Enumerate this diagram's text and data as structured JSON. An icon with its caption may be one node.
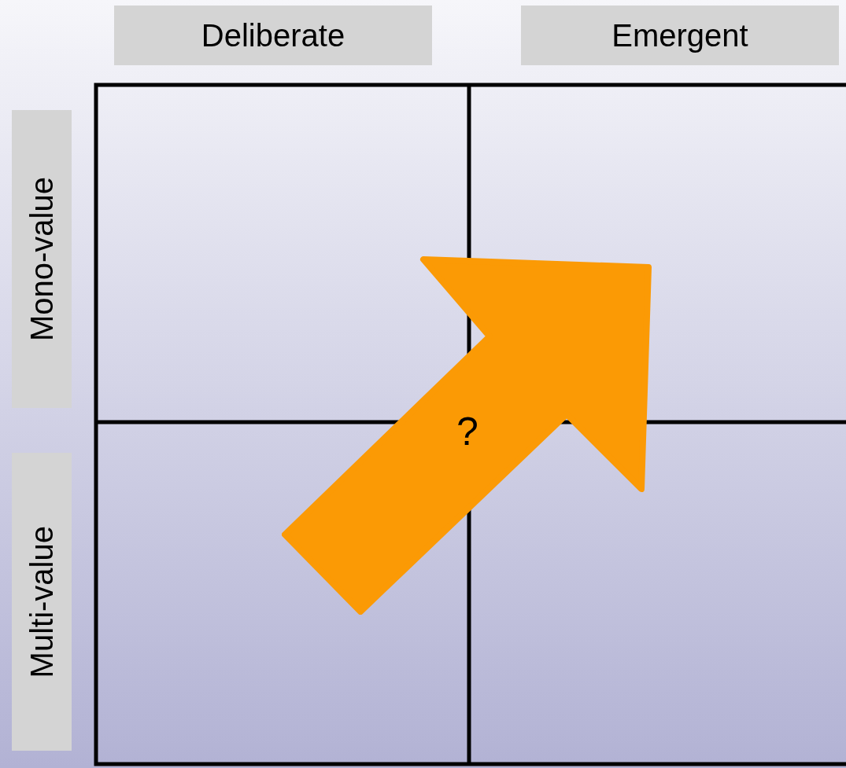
{
  "diagram": {
    "nodes": [
      {
        "text": [
          "Deliberate"
        ]
      },
      {
        "text": [
          "Emergent"
        ]
      },
      {
        "text": [
          "Mono-value"
        ]
      },
      {
        "text": [
          "Multi-value"
        ]
      },
      {
        "text": [
          "?"
        ]
      }
    ]
  }
}
